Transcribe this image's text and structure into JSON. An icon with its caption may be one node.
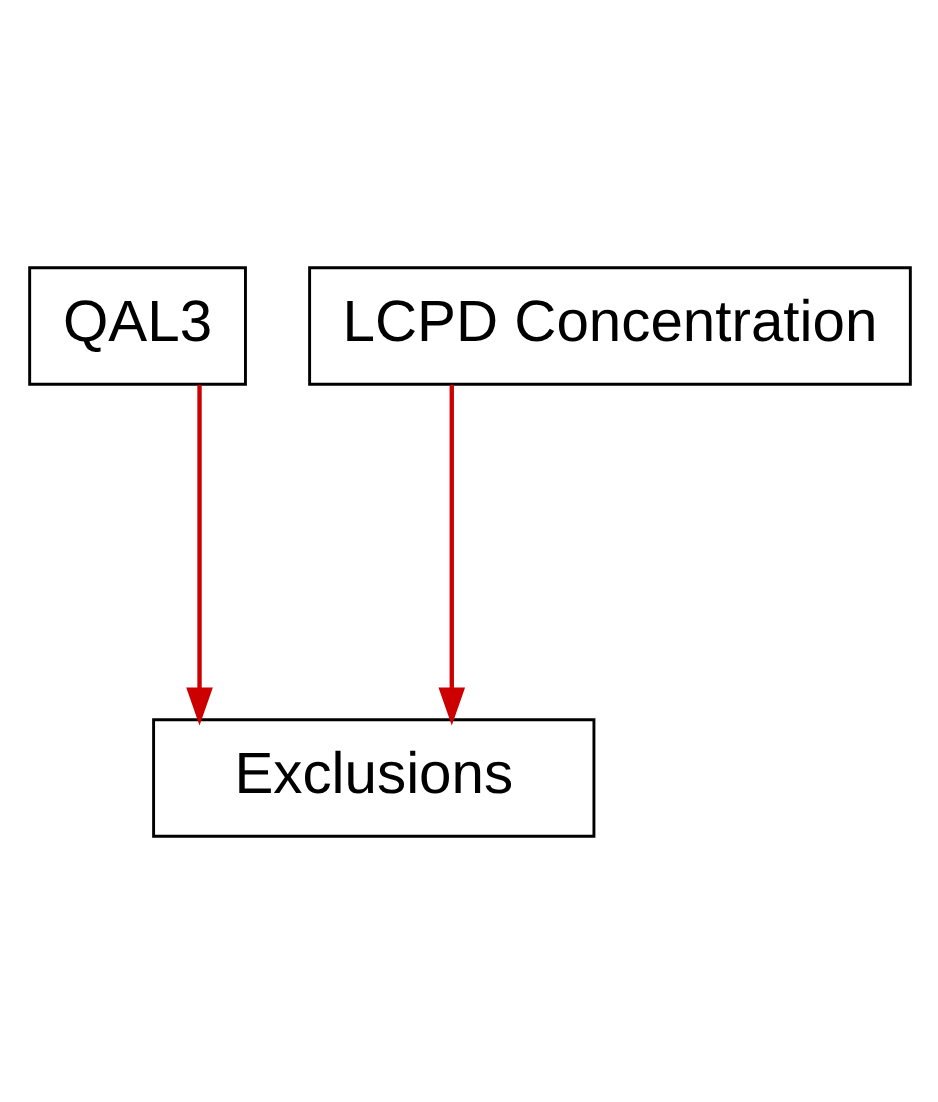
{
  "diagram": {
    "nodes": [
      {
        "text": [
          "QAL3"
        ]
      },
      {
        "text": [
          "LCPD Concentration"
        ]
      },
      {
        "text": [
          "Exclusions"
        ]
      }
    ],
    "edges": [
      {
        "from": 0,
        "to": 2,
        "arrow": "to",
        "color": "#cc0000"
      },
      {
        "from": 1,
        "to": 2,
        "arrow": "to",
        "color": "#cc0000"
      }
    ]
  }
}
